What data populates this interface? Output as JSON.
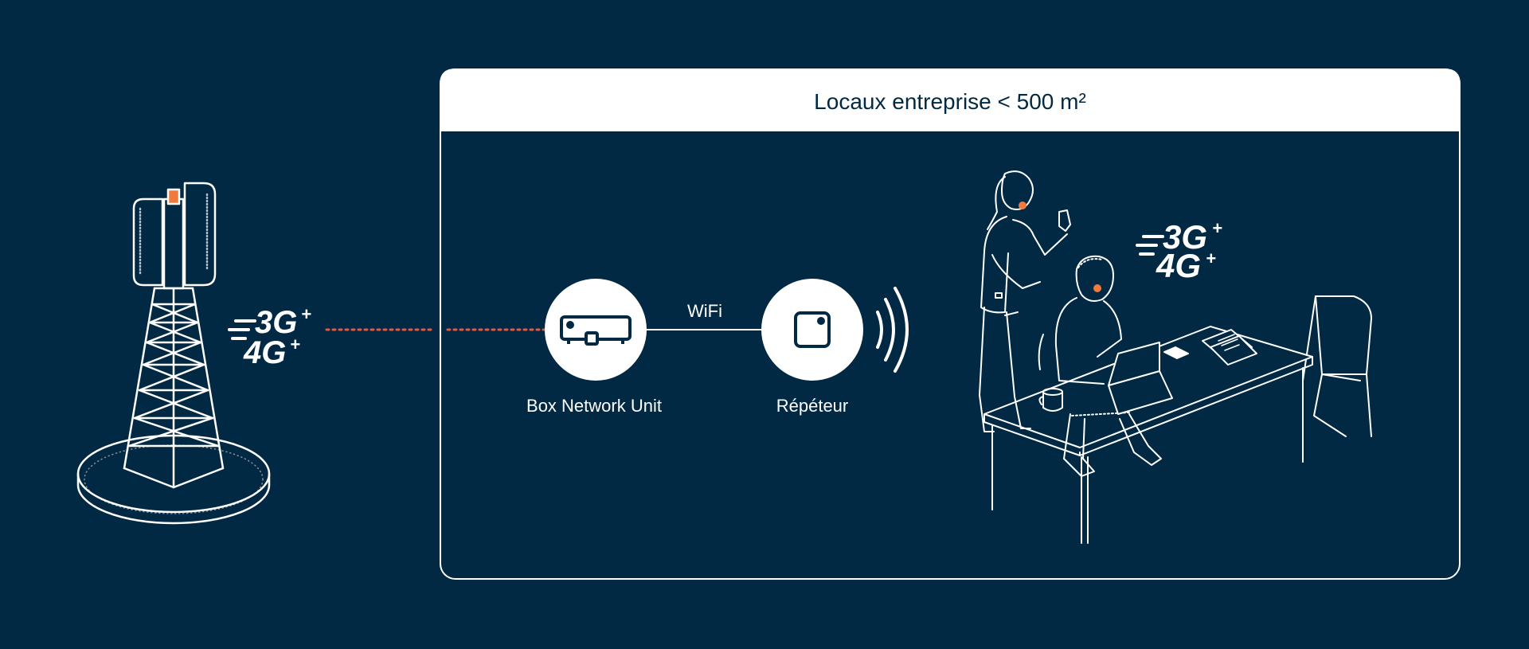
{
  "diagram": {
    "premises_title": "Locaux entreprise < 500 m²",
    "network_badge_left": {
      "line1": "3G",
      "line2": "4G",
      "plus": "+"
    },
    "network_badge_right": {
      "line1": "3G",
      "line2": "4G",
      "plus": "+"
    },
    "link_label": "WiFi",
    "nodes": {
      "box": {
        "label": "Box Network Unit",
        "icon": "router-box-icon"
      },
      "repeater": {
        "label": "Répéteur",
        "icon": "repeater-icon"
      }
    },
    "colors": {
      "background": "#022943",
      "line": "#ffffff",
      "dotted_link": "#e8563a",
      "accent": "#f07a3c"
    }
  }
}
